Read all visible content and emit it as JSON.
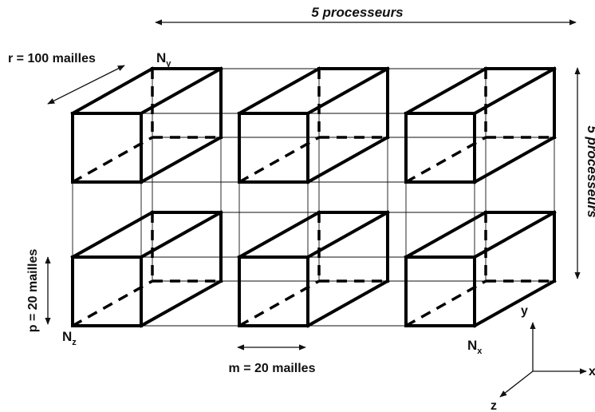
{
  "labels": {
    "top_span": "5 processeurs",
    "right_span": "5 processeurs",
    "r_dim": "r = 100 mailles",
    "p_dim": "p = 20 mailles",
    "m_dim": "m = 20 mailles"
  },
  "corners": {
    "ny": {
      "main": "N",
      "sub": "y"
    },
    "nz": {
      "main": "N",
      "sub": "z"
    },
    "nx": {
      "main": "N",
      "sub": "x"
    }
  },
  "axes": {
    "x": "x",
    "y": "y",
    "z": "z"
  },
  "grid": {
    "columns": 3,
    "rows": 2
  }
}
